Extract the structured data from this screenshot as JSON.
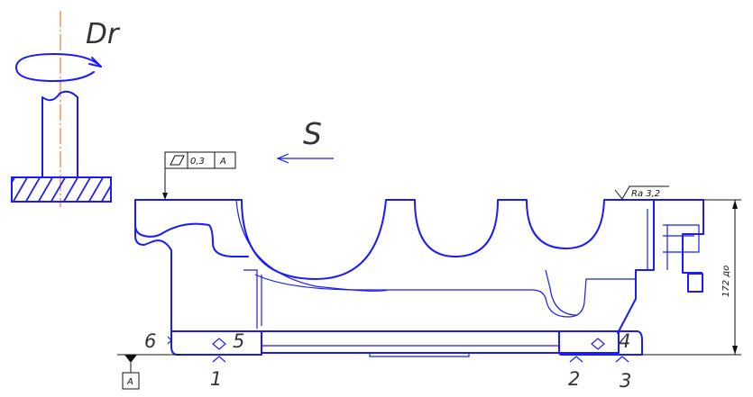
{
  "diagram": {
    "rotation_label": "Dr",
    "feed_label": "S",
    "tolerance_frame": {
      "value": "0,3",
      "datum": "A"
    },
    "roughness": "Ra 3,2",
    "dimension": "172 до",
    "datum_label": "A",
    "support_points": [
      "1",
      "2",
      "3",
      "4",
      "5",
      "6"
    ]
  },
  "colors": {
    "part_stroke": "#1a1aff",
    "axis": "#e06010",
    "text": "#333333"
  },
  "icons": {
    "flatness": "flatness-icon",
    "roughness": "roughness-symbol-icon",
    "datum": "datum-triangle-icon",
    "rotation": "rotation-arrow-icon",
    "feed": "feed-arrow-icon",
    "support": "support-point-icon"
  }
}
